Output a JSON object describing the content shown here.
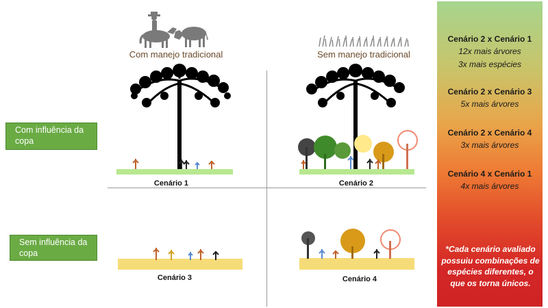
{
  "columns": {
    "traditional": "Com manejo tradicional",
    "no_traditional": "Sem manejo tradicional"
  },
  "rows": {
    "with_canopy": "Com influência da copa",
    "without_canopy": "Sem influência da copa"
  },
  "scenarios": {
    "s1": "Cenário 1",
    "s2": "Cenário 2",
    "s3": "Cenário 3",
    "s4": "Cenário 4"
  },
  "comparisons": [
    {
      "title": "Cenário 2 x Cenário 1",
      "lines": [
        "12x mais árvores",
        "3x mais espécies"
      ]
    },
    {
      "title": "Cenário 2 x Cenário 3",
      "lines": [
        "5x mais árvores"
      ]
    },
    {
      "title": "Cenário 2 x Cenário 4",
      "lines": [
        "3x mais árvores"
      ]
    },
    {
      "title": "Cenário 4 x Cenário 1",
      "lines": [
        "4x mais árvores"
      ]
    }
  ],
  "note": "*Cada cenário avaliado possuiu combinações de espécies diferentes, o que os torna únicos.",
  "colors": {
    "panel_top": "#a6d58e",
    "panel_bottom": "#cf2424",
    "row_box": "#6aab44",
    "column_label": "#6b4a2a"
  },
  "icons": [
    "cowboy-horse-icon",
    "cow-icon",
    "grass-icon",
    "araucaria-tree-icon",
    "sapling-icon"
  ]
}
